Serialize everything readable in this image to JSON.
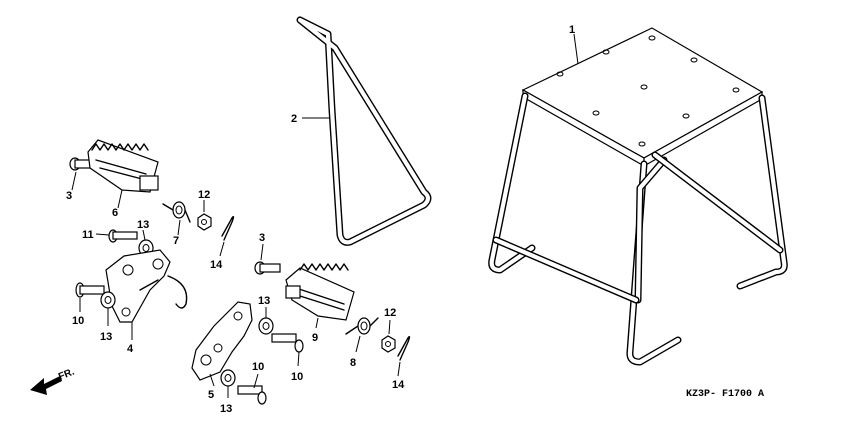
{
  "diagram": {
    "part_code": "KZ3P- F1700 A",
    "direction_label": "FR.",
    "callouts": {
      "stand": "1",
      "holder_bar": "2",
      "pin_left": "3",
      "pin_right": "3",
      "bracket_left": "4",
      "bracket_right": "5",
      "footpeg_left": "6",
      "spring_left": "7",
      "spring_right": "8",
      "footpeg_right": "9",
      "bolt_lower_left": "10",
      "bolt_right_upper": "10",
      "bolt_right_lower": "10",
      "bolt_upper_left": "11",
      "nut_left": "12",
      "nut_right": "12",
      "washer_left_upper": "13",
      "washer_left_lower": "13",
      "washer_right_upper": "13",
      "washer_right_lower": "13",
      "cotter_left": "14",
      "cotter_right": "14"
    }
  }
}
